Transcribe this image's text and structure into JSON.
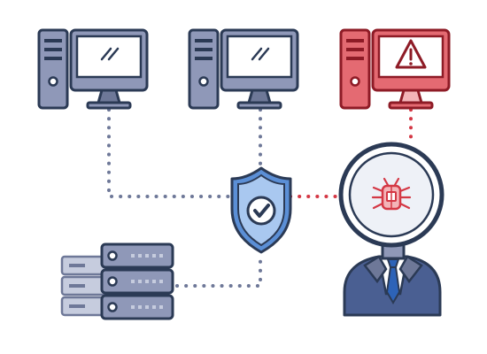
{
  "colors": {
    "outline": "#2b3a55",
    "device_fill": "#8f98b8",
    "device_light": "#c6ccde",
    "device_dark": "#6e7898",
    "screen_fill": "#ffffff",
    "alert_outline": "#8e1b26",
    "alert_fill": "#e46a72",
    "alert_light": "#f3b4b8",
    "shield_fill": "#5b8fd6",
    "shield_light": "#a9c8f0",
    "connector_gray": "#6e7898",
    "connector_red": "#d43845",
    "suit": "#4a5f92",
    "tie": "#2d63b8",
    "shirt": "#ffffff"
  },
  "nodes": [
    {
      "name": "computer-1",
      "icon": "desktop-computer-icon",
      "status": "normal"
    },
    {
      "name": "computer-2",
      "icon": "desktop-computer-icon",
      "status": "normal"
    },
    {
      "name": "computer-3",
      "icon": "desktop-computer-icon",
      "status": "infected"
    },
    {
      "name": "security-shield",
      "icon": "shield-checkmark-icon"
    },
    {
      "name": "server-rack",
      "icon": "server-stack-icon"
    },
    {
      "name": "security-analyst",
      "icon": "magnifier-bug-icon"
    }
  ],
  "edges": [
    {
      "from": "computer-1",
      "to": "security-shield",
      "style": "dotted",
      "color": "gray"
    },
    {
      "from": "computer-2",
      "to": "security-shield",
      "style": "dotted",
      "color": "gray"
    },
    {
      "from": "server-rack",
      "to": "security-shield",
      "style": "dotted",
      "color": "gray"
    },
    {
      "from": "security-shield",
      "to": "security-analyst",
      "style": "dotted",
      "color": "red"
    },
    {
      "from": "computer-3",
      "to": "security-analyst",
      "style": "dotted",
      "color": "red"
    }
  ]
}
